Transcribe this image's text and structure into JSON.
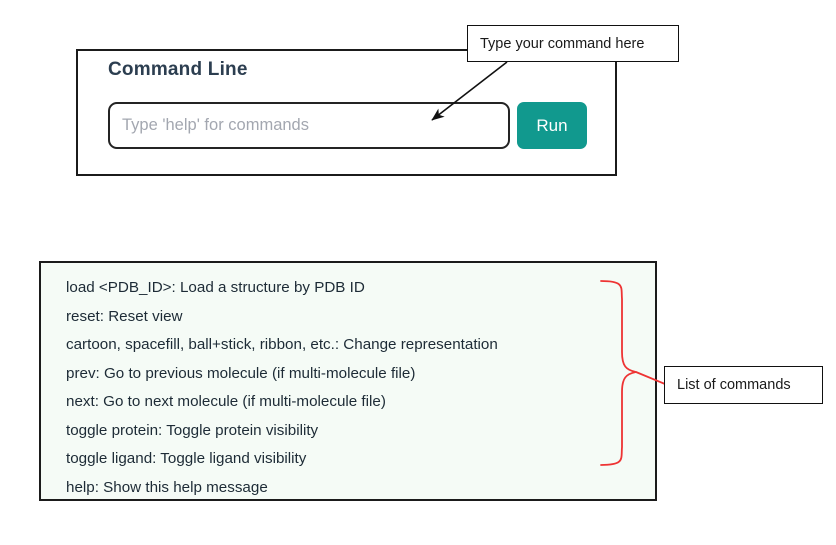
{
  "card": {
    "title": "Command Line",
    "input": {
      "value": "",
      "placeholder": "Type 'help' for commands"
    },
    "run_label": "Run"
  },
  "help_box": {
    "lines": [
      "load <PDB_ID>: Load a structure by PDB ID",
      "reset: Reset view",
      "cartoon, spacefill, ball+stick, ribbon, etc.: Change representation",
      "prev: Go to previous molecule (if multi-molecule file)",
      "next: Go to next molecule (if multi-molecule file)",
      "toggle protein: Toggle protein visibility",
      "toggle ligand: Toggle ligand visibility",
      "help: Show this help message"
    ]
  },
  "annotations": {
    "input_callout": "Type your command here",
    "list_callout": "List of commands"
  },
  "colors": {
    "run_button": "#11998e",
    "title": "#2c3e50",
    "placeholder": "#a3a7b0",
    "help_background": "#f5fbf6",
    "brace": "#ee3333",
    "border": "#1b1b1b"
  }
}
